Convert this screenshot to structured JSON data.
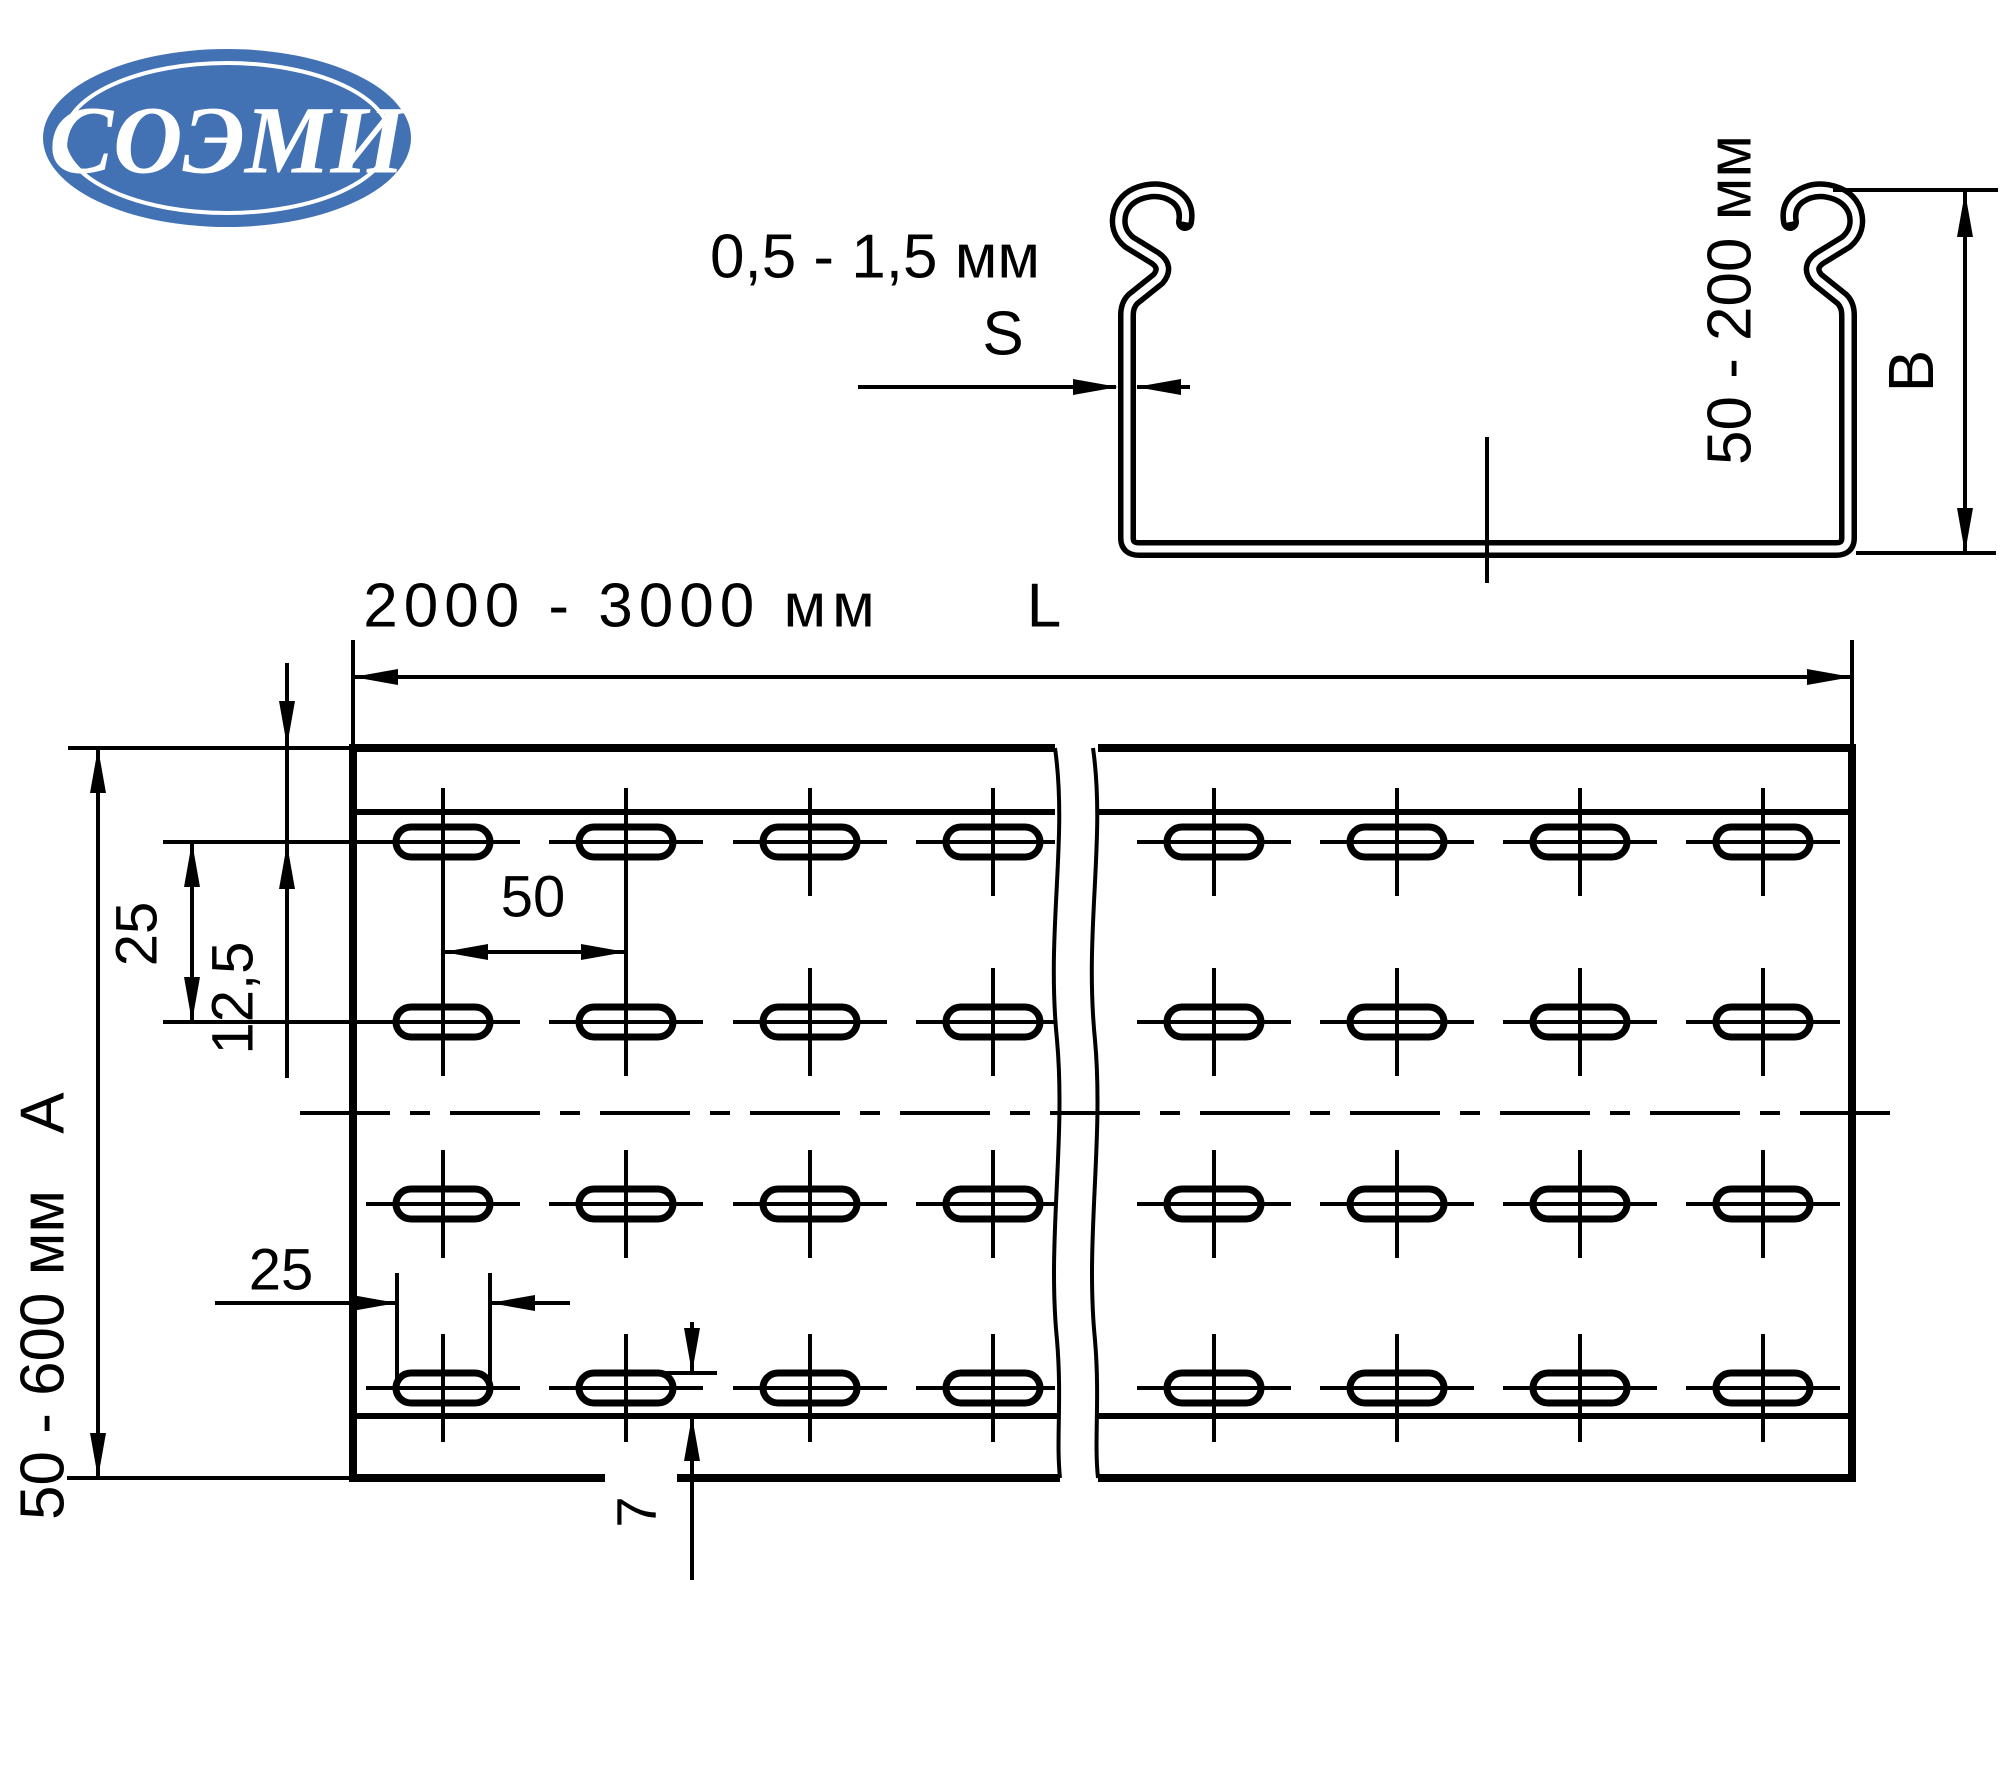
{
  "logo": {
    "text": "СОЭМИ",
    "bg_color": "#4272b4",
    "text_color": "#ffffff"
  },
  "cross_section": {
    "thickness_label": "0,5 - 1,5 мм",
    "thickness_symbol": "S",
    "height_label": "50 - 200 мм",
    "height_symbol": "B"
  },
  "plan_view": {
    "length_label": "2000 - 3000 мм",
    "length_symbol": "L",
    "width_label": "50 - 600 мм",
    "width_symbol": "А",
    "hole_pitch_label": "50",
    "row_spacing_label": "25",
    "edge_offset_label": "12,5",
    "hole_length_label": "25",
    "hole_width_label": "7"
  }
}
